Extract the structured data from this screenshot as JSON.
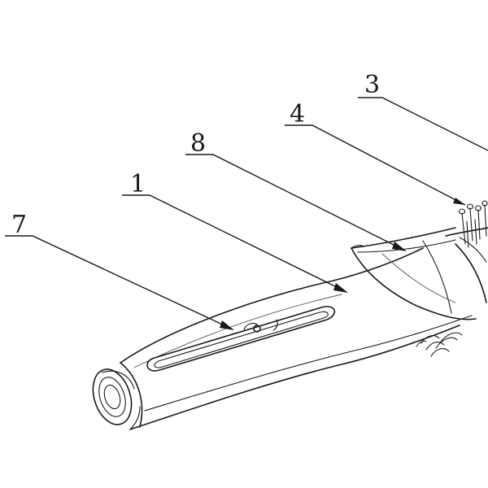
{
  "callouts": [
    {
      "id": "1",
      "label": "1"
    },
    {
      "id": "3",
      "label": "3"
    },
    {
      "id": "4",
      "label": "4"
    },
    {
      "id": "7",
      "label": "7"
    },
    {
      "id": "8",
      "label": "8"
    }
  ]
}
